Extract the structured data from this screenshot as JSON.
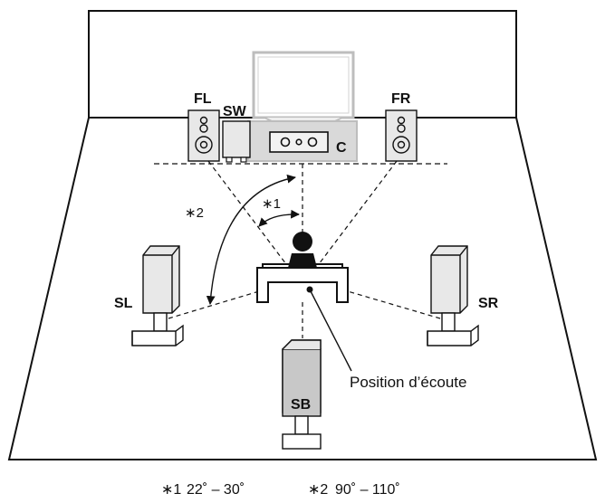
{
  "speakers": {
    "fl": "FL",
    "sw": "SW",
    "c": "C",
    "fr": "FR",
    "sl": "SL",
    "sr": "SR",
    "sb": "SB"
  },
  "angle_marks": {
    "a1": "∗1",
    "a2": "∗2"
  },
  "listening_position_label": "Position d’écoute",
  "footnotes": {
    "note1_marker": "∗1",
    "note1_value": "22˚ – 30˚",
    "note2_marker": "∗2",
    "note2_value": "90˚ – 110˚"
  },
  "colors": {
    "line": "#111111",
    "speaker_fill": "#e8e8e8",
    "front_fill": "#d9d9d9",
    "tv_frame": "#bdbdbd",
    "sb_fill": "#c8c8c8"
  }
}
